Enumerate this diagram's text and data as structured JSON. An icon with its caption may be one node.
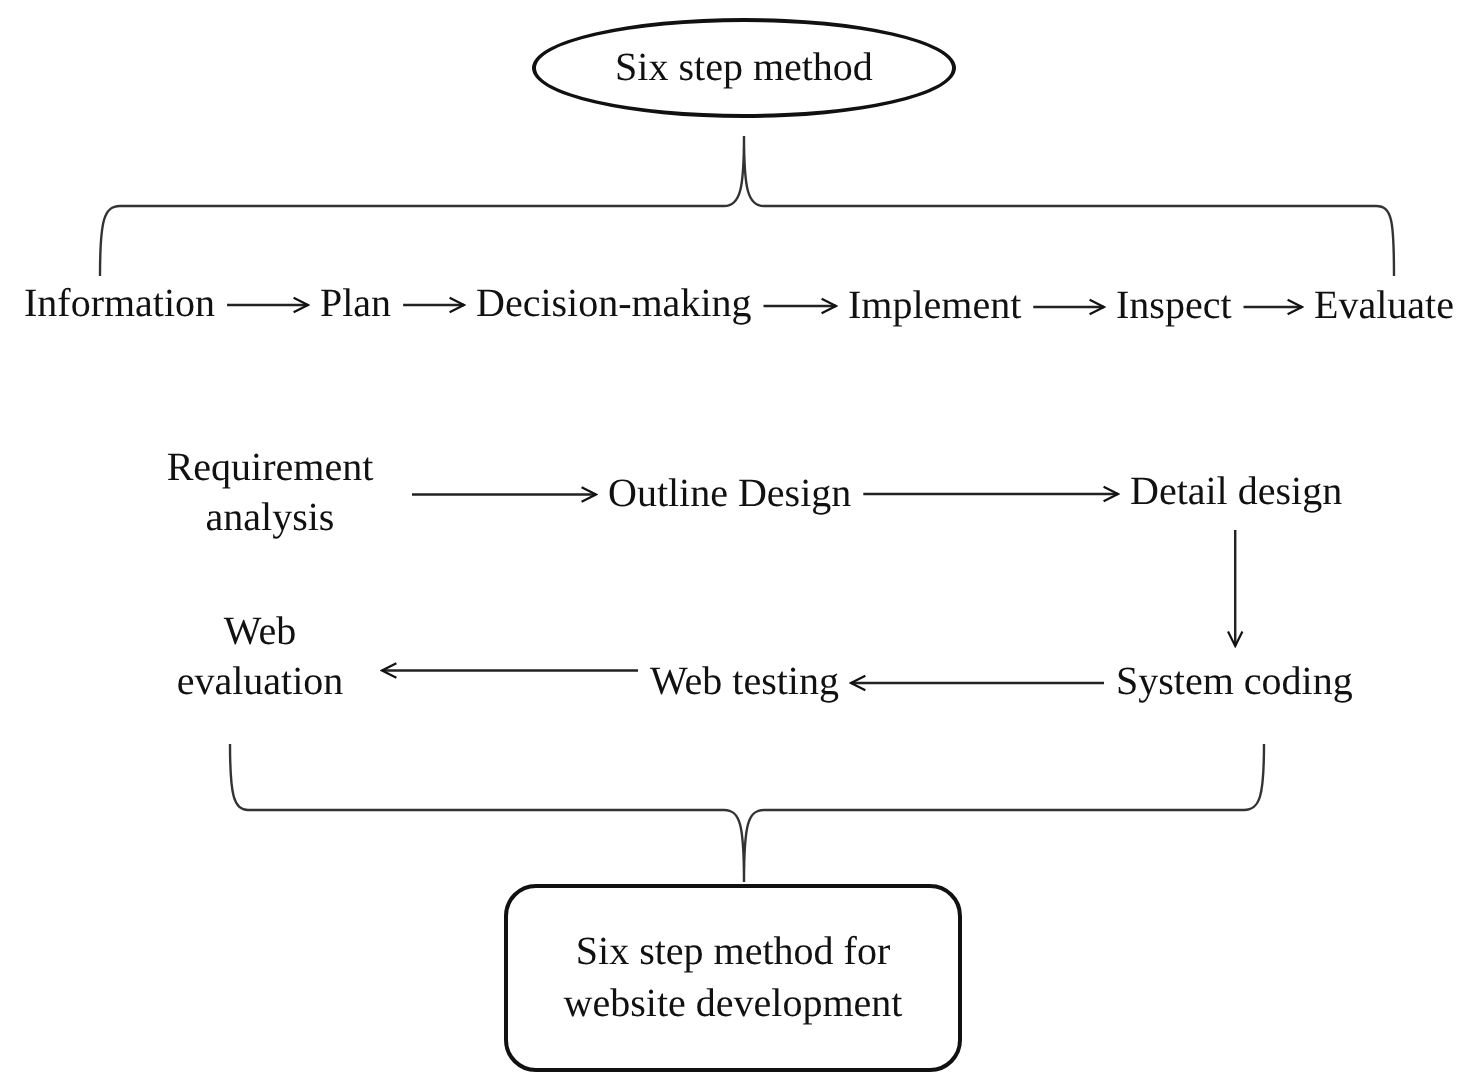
{
  "diagram": {
    "nodes": [
      {
        "text": [
          "Six step method"
        ]
      },
      {
        "text": [
          "Information"
        ]
      },
      {
        "text": [
          "Plan"
        ]
      },
      {
        "text": [
          "Decision-making"
        ]
      },
      {
        "text": [
          "Implement"
        ]
      },
      {
        "text": [
          "Inspect"
        ]
      },
      {
        "text": [
          "Evaluate"
        ]
      },
      {
        "text": [
          "Requirement analysis"
        ]
      },
      {
        "text": [
          "Outline Design"
        ]
      },
      {
        "text": [
          "Detail design"
        ]
      },
      {
        "text": [
          "Web evaluation"
        ]
      },
      {
        "text": [
          "Web testing"
        ]
      },
      {
        "text": [
          "System coding"
        ]
      },
      {
        "text": [
          "Six step method for website development"
        ]
      }
    ],
    "edges": [
      {
        "from": 1,
        "to": 2,
        "arrow": "to"
      },
      {
        "from": 2,
        "to": 3,
        "arrow": "to"
      },
      {
        "from": 3,
        "to": 4,
        "arrow": "to"
      },
      {
        "from": 4,
        "to": 5,
        "arrow": "to"
      },
      {
        "from": 5,
        "to": 6,
        "arrow": "to"
      },
      {
        "from": 7,
        "to": 8,
        "arrow": "to"
      },
      {
        "from": 8,
        "to": 9,
        "arrow": "to"
      },
      {
        "from": 9,
        "to": 12,
        "arrow": "to"
      },
      {
        "from": 12,
        "to": 11,
        "arrow": "to"
      },
      {
        "from": 11,
        "to": 10,
        "arrow": "to"
      }
    ]
  }
}
